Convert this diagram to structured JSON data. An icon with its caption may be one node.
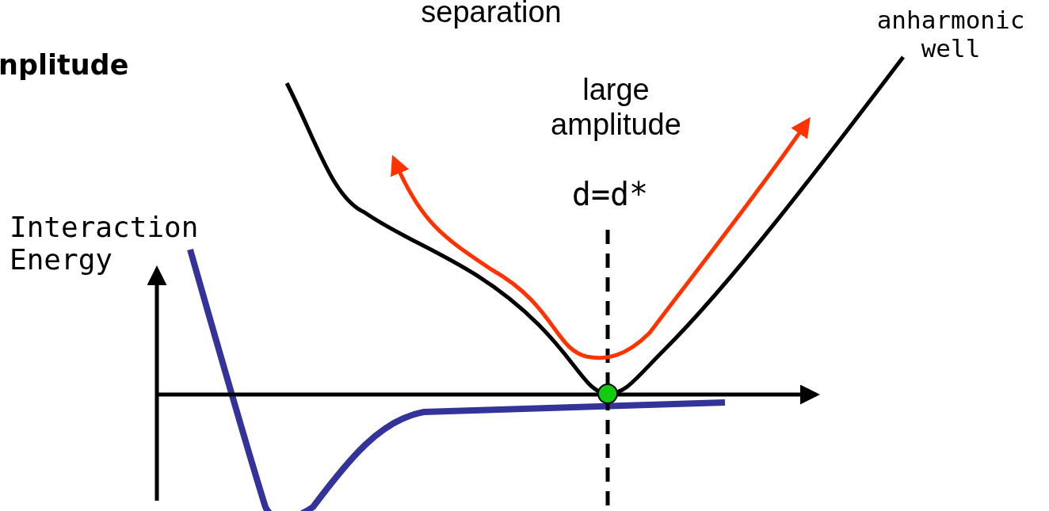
{
  "diagram": {
    "labels": [
      "separation",
      "nplitude",
      "anharmonic well",
      "large amplitude",
      "d=d*",
      "Interaction Energy"
    ]
  }
}
